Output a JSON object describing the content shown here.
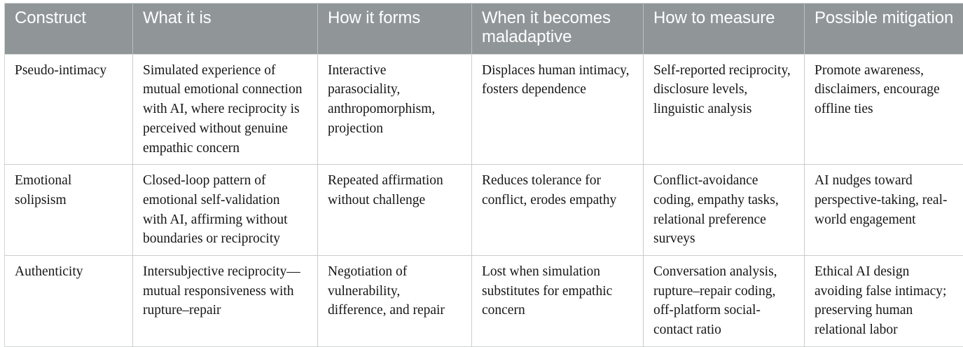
{
  "table": {
    "columns": [
      "Construct",
      "What it is",
      "How it forms",
      "When it becomes maladaptive",
      "How to measure",
      "Possible mitigation"
    ],
    "rows": [
      {
        "construct": "Pseudo-intimacy",
        "what_it_is": "Simulated experience of mutual emotional connection with AI, where reciprocity is perceived without genuine empathic concern",
        "how_it_forms": "Interactive parasociality, anthropomorphism, projection",
        "when_maladaptive": "Displaces human intimacy, fosters dependence",
        "how_to_measure": "Self-reported reciprocity, disclosure levels, linguistic analysis",
        "mitigation": "Promote awareness, disclaimers, encourage offline ties"
      },
      {
        "construct": "Emotional solipsism",
        "what_it_is": "Closed-loop pattern of emotional self-validation with AI, affirming without boundaries or reciprocity",
        "how_it_forms": "Repeated affirmation without challenge",
        "when_maladaptive": "Reduces tolerance for conflict, erodes empathy",
        "how_to_measure": "Conflict-avoidance coding, empathy tasks, relational preference surveys",
        "mitigation": "AI nudges toward perspective-taking, real-world engagement"
      },
      {
        "construct": "Authenticity",
        "what_it_is": "Intersubjective reciprocity—mutual responsiveness with rupture–repair",
        "how_it_forms": "Negotiation of vulnerability, difference, and repair",
        "when_maladaptive": "Lost when simulation substitutes for empathic concern",
        "how_to_measure": "Conversation analysis, rupture–repair coding, off-platform social-contact ratio",
        "mitigation": "Ethical AI design avoiding false intimacy; preserving human relational labor"
      }
    ]
  },
  "colors": {
    "header_background": "#909698",
    "header_text": "#ffffff",
    "body_text": "#161616",
    "grid_line": "#c9cdcb",
    "outer_border": "#d2d7d4"
  }
}
